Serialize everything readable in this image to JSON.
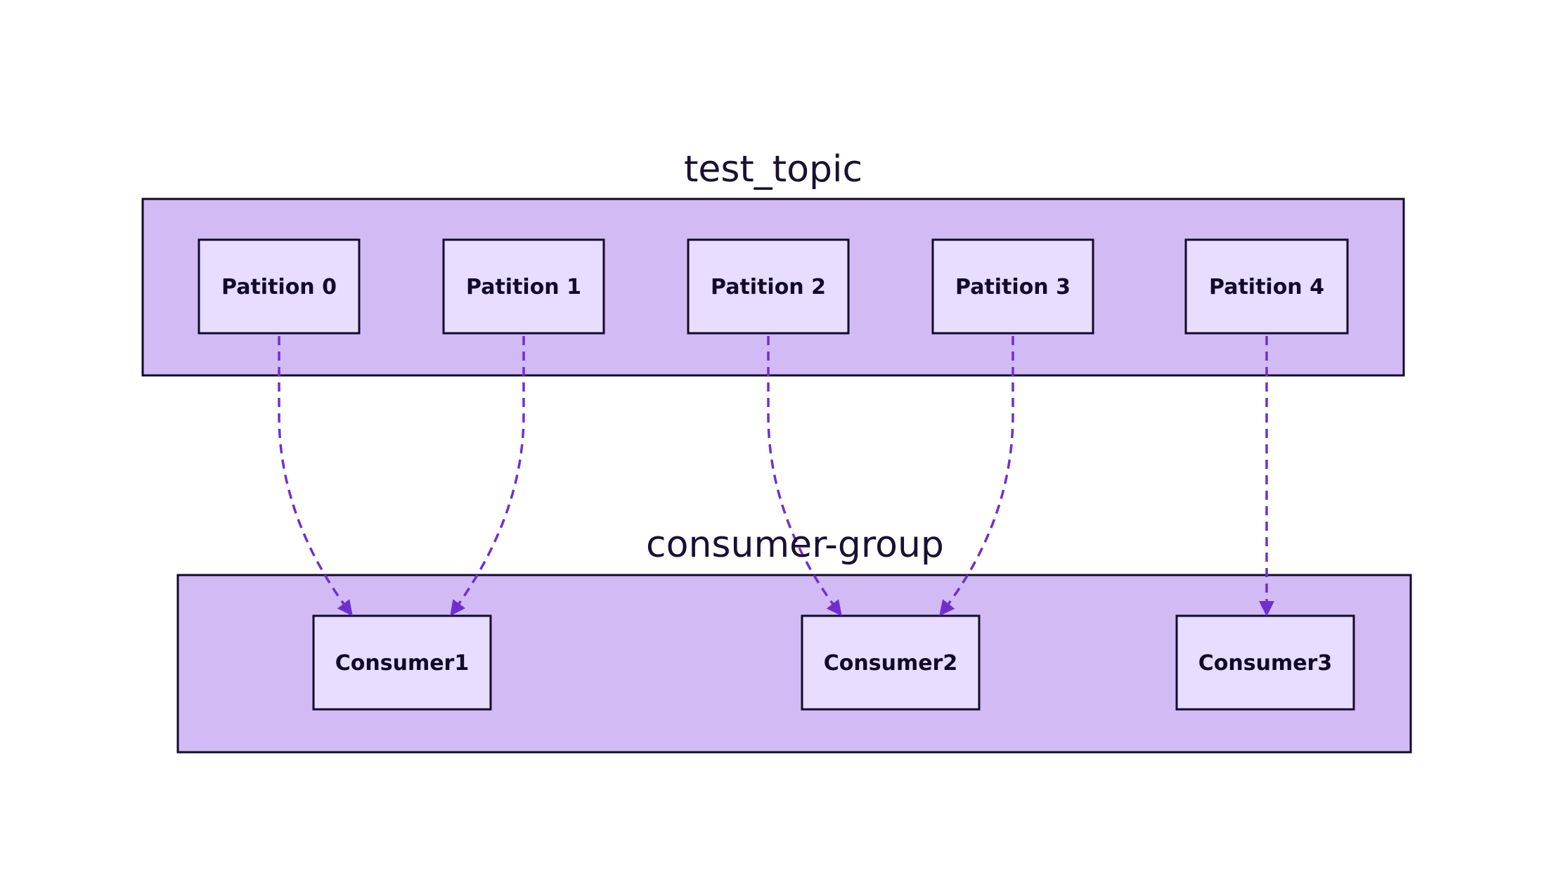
{
  "colors": {
    "group_fill": "#d2bbf5",
    "group_stroke": "#120a2a",
    "node_fill": "#e8dcff",
    "node_stroke": "#120a2a",
    "edge_color": "#6f2fcf",
    "text_color": "#120a2a"
  },
  "topic": {
    "title": "test_topic",
    "partitions": [
      {
        "id": "p0",
        "label": "Patition 0"
      },
      {
        "id": "p1",
        "label": "Patition 1"
      },
      {
        "id": "p2",
        "label": "Patition 2"
      },
      {
        "id": "p3",
        "label": "Patition 3"
      },
      {
        "id": "p4",
        "label": "Patition 4"
      }
    ]
  },
  "consumer_group": {
    "title": "consumer-group",
    "consumers": [
      {
        "id": "c1",
        "label": "Consumer1"
      },
      {
        "id": "c2",
        "label": "Consumer2"
      },
      {
        "id": "c3",
        "label": "Consumer3"
      }
    ]
  },
  "edges": [
    {
      "from": "p0",
      "to": "c1",
      "style": "dashed"
    },
    {
      "from": "p1",
      "to": "c1",
      "style": "dashed"
    },
    {
      "from": "p2",
      "to": "c2",
      "style": "dashed"
    },
    {
      "from": "p3",
      "to": "c2",
      "style": "dashed"
    },
    {
      "from": "p4",
      "to": "c3",
      "style": "dashed"
    }
  ]
}
